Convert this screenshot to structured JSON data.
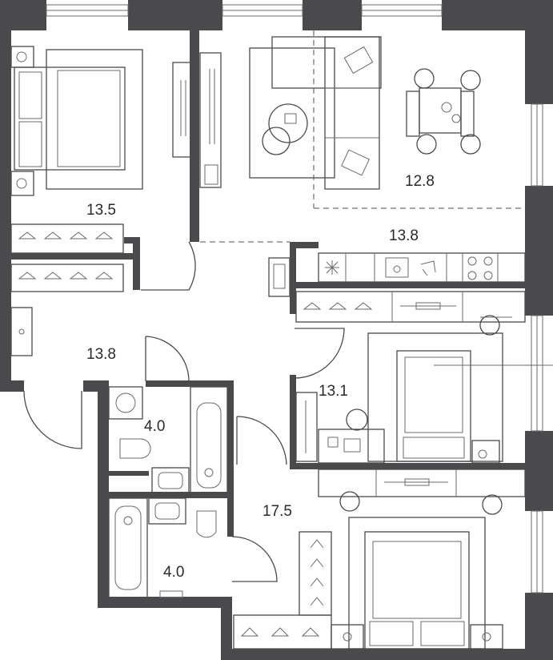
{
  "plan": {
    "wall_color": "#4a4a4c",
    "background": "#ffffff",
    "rooms": [
      {
        "id": "bedroom-top-left",
        "area": "13.5"
      },
      {
        "id": "living-dining",
        "area": "12.8"
      },
      {
        "id": "kitchen",
        "area": "13.8"
      },
      {
        "id": "hallway",
        "area": "13.8"
      },
      {
        "id": "bedroom-middle-right",
        "area": "13.1"
      },
      {
        "id": "bathroom-upper",
        "area": "4.0"
      },
      {
        "id": "master-bedroom",
        "area": "17.5"
      },
      {
        "id": "bathroom-lower",
        "area": "4.0"
      }
    ]
  }
}
